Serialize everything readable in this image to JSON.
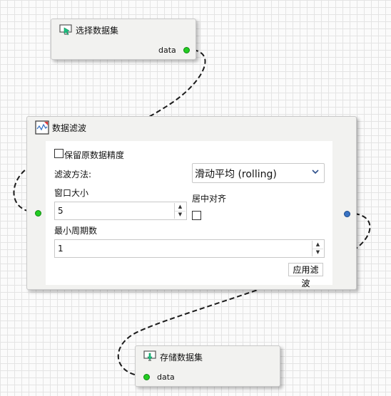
{
  "nodes": {
    "select_dataset": {
      "title": "选择数据集",
      "output_label": "data"
    },
    "data_filter": {
      "title": "数据滤波",
      "keep_original_label": "保留原数据精度",
      "method_label": "滤波方法:",
      "method_value": "滑动平均 (rolling)",
      "window_label": "窗口大小",
      "window_value": "5",
      "center_label": "居中对齐",
      "min_periods_label": "最小周期数",
      "min_periods_value": "1",
      "apply_label": "应用滤波"
    },
    "save_dataset": {
      "title": "存储数据集",
      "input_label": "data"
    }
  }
}
